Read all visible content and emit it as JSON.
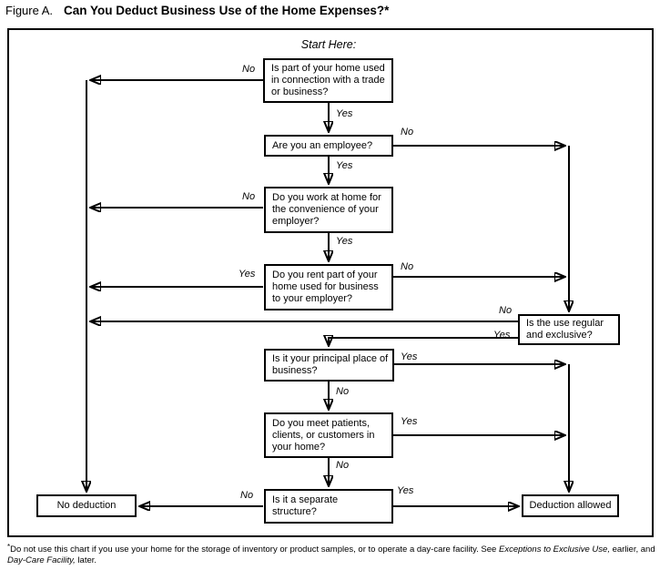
{
  "figure": {
    "label": "Figure A.",
    "title": "Can You Deduct Business Use of the Home Expenses?*"
  },
  "flowchart": {
    "start_label": "Start Here:",
    "yes": "Yes",
    "no": "No",
    "nodes": {
      "q1": "Is part of your home used in connection with a trade or business?",
      "q2": "Are you an employee?",
      "q3": "Do you work at home for the convenience of your employer?",
      "q4": "Do you rent part of your home used for business to your employer?",
      "regular_exclusive": "Is the use regular and exclusive?",
      "principal_place": "Is it your principal place of business?",
      "meet_patients": "Do you meet patients, clients, or customers in your home?",
      "separate_structure": "Is it a separate structure?",
      "no_deduction": "No deduction",
      "deduction_allowed": "Deduction allowed"
    }
  },
  "footnote": {
    "marker": "*",
    "text_before": "Do not use this chart if you use your home for the storage of inventory or product samples, or to operate a day-care facility. See ",
    "italic_1": "Exceptions to Exclusive Use,",
    "text_middle": " earlier, and ",
    "italic_2": "Day-Care Facility,",
    "text_after": " later."
  }
}
